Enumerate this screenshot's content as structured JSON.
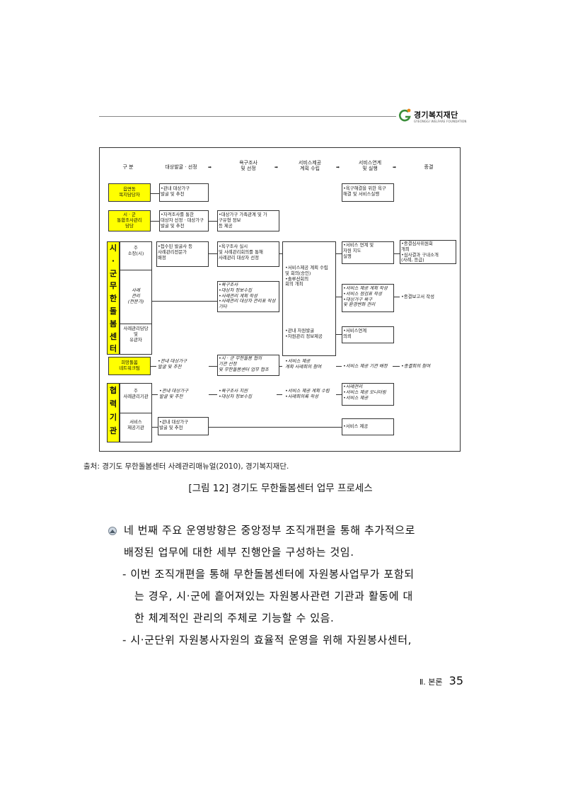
{
  "header": {
    "org_name": "경기복지재단",
    "org_name_en": "GYEONGGI WELFARE FOUNDATION"
  },
  "figure": {
    "columns": [
      "구 분",
      "대상발굴 · 선정",
      "욕구조사\n및 선정",
      "서비스제공\n계획 수립",
      "서비스연계\n및 실행",
      "종결"
    ],
    "rows": {
      "r1": {
        "label": "읍면동\n복지담당자",
        "c1": "•관내 대상가구\n발굴 및 추천",
        "c4": "•욕구해결을 위한 욕구\n해결 및 서비스실행"
      },
      "r2": {
        "label": "시 · 군\n통합조사관리\n담당",
        "c1": "•자격조사를 통한\n대상자 선정 · 대상가구\n발굴 및 추천",
        "c2": "•대상가구 가족관계 및 가\n구유형 정보\n등 제공"
      },
      "center": {
        "vertical_label": "시\n·\n군\n무\n한\n돌\n봄\n센\n터",
        "sub1": "주\n소장(시)",
        "sub2": "사례\n관리\n(전문가)",
        "sub3": "사례관리담당\n및\n유관자",
        "c1": "•접수된 발굴사 등\n사례관리전문가\n배정",
        "c2": "•욕구조사 실시\n및 사례관리회의를 통해\n사례관리 대상자 선정",
        "c3": "•서비스제공 계획 수립\n및 회의(승인)\n•솔루션회의\n회의 개최",
        "c4": "•서비스 연계 및\n자원 지도\n실행",
        "c5": "•종결심사위원회\n개최\n•심사결과 구내소개\n(사례, 응급)",
        "c2b": "•욕구조사\n•대상자 정보수집\n•사례관리 계획 작성\n•사례관리 대상자 관리표 작성\n기타",
        "c4b": "•서비스 제공 계획 작성\n•서비스 점검표 작성\n•대상가구 욕구\n및 환경변화 관리",
        "c5b": "•종결보고서 작성",
        "c3c": "•관내 자원발굴\n•자원관리 정보제공",
        "c4c": "•서비스연계\n의뢰"
      },
      "r4": {
        "label": "희망돌봄\n네트워크팀",
        "c1": "•관내 대상가구\n발굴 및 추천",
        "c2": "•시 · 군 무한돌봄 협의\n기관 선정\n및 무한돌봄센터 업무 협조",
        "c3": "•서비스 제공\n계획 사례회의 참여",
        "c4": "•서비스 제공 기관 배정",
        "c5": "•종결회의 참여"
      },
      "coop": {
        "vertical_label": "협\n력\n기\n관",
        "sub1": "주\n사례관리기관",
        "sub2": "서비스\n제공기관",
        "c1": "•관내 대상가구\n발굴 및 추천",
        "c2": "•욕구조사 지원\n•대상자 정보수집",
        "c3": "•서비스 제공 계획 수립\n•사례회의록 작성",
        "c4": "•사례관리\n•서비스 제공 모니터링\n•서비스 제공",
        "c1b": "•관내 대상가구\n발굴 및 추천",
        "c4b": "•서비스 제공"
      }
    }
  },
  "caption": {
    "source": "출처: 경기도 무한돌봄센터 사례관리매뉴얼(2010), 경기복지재단.",
    "title": "[그림 12] 경기도 무한돌봄센터 업무 프로세스"
  },
  "body": {
    "line1": "네 번째 주요 운영방향은 중앙정부 조직개편을 통해 추가적으로",
    "line2": "배정된 업무에 대한 세부 진행안을 구성하는 것임.",
    "line3": "- 이번 조직개편을 통해 무한돌봄센터에 자원봉사업무가 포함되",
    "line4": "는 경우, 시·군에 흩어져있는 자원봉사관련 기관과 활동에 대",
    "line5": "한 체계적인 관리의 주체로 기능할 수 있음.",
    "line6": "- 시·군단위 자원봉사자원의 효율적 운영을 위해 자원봉사센터,"
  },
  "footer": {
    "section": "Ⅱ. 본론",
    "page": "35"
  },
  "colors": {
    "highlight": "#ffff00",
    "logo_green": "#3a8d3a",
    "logo_orange": "#e8861a"
  }
}
